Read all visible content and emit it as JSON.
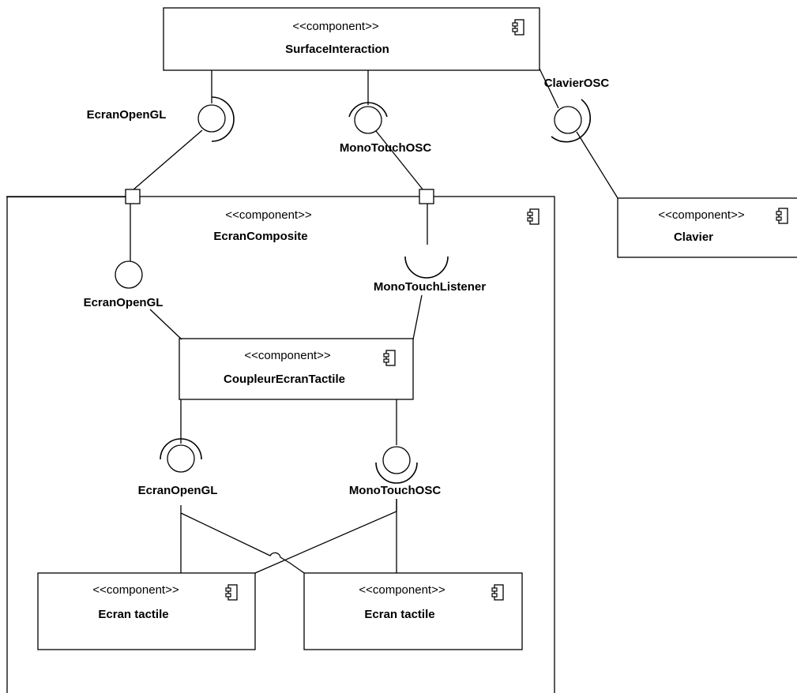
{
  "stereotype": "<<component>>",
  "components": {
    "surface_interaction": "SurfaceInteraction",
    "ecran_composite": "EcranComposite",
    "clavier": "Clavier",
    "coupleur": "CoupleurEcranTactile",
    "ecran_tactile_left": "Ecran tactile",
    "ecran_tactile_right": "Ecran tactile"
  },
  "interfaces": {
    "top_ecran_opengl": "EcranOpenGL",
    "top_monotouch_osc": "MonoTouchOSC",
    "clavier_osc": "ClavierOSC",
    "inner_ecran_opengl": "EcranOpenGL",
    "monotouch_listener": "MonoTouchListener",
    "bottom_ecran_opengl": "EcranOpenGL",
    "bottom_monotouch_osc": "MonoTouchOSC"
  },
  "icons": {
    "component": "uml-component-icon"
  }
}
